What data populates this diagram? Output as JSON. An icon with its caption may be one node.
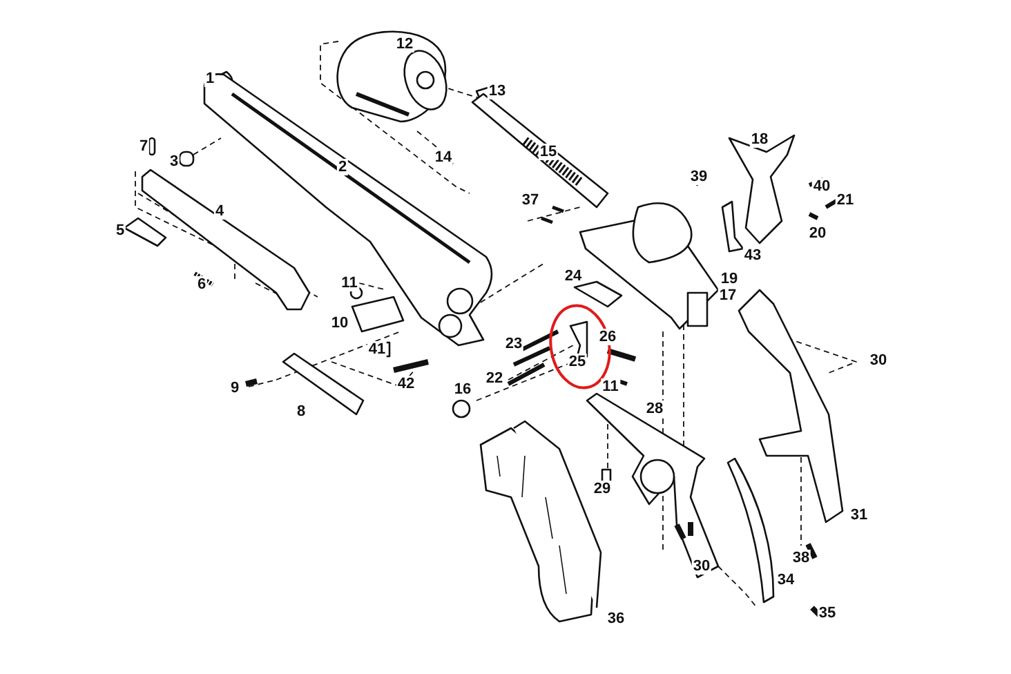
{
  "diagram": {
    "labels": [
      "12",
      "1",
      "13",
      "7",
      "2",
      "15",
      "18",
      "3",
      "14",
      "39",
      "40",
      "37",
      "21",
      "4",
      "20",
      "5",
      "43",
      "19",
      "6",
      "11",
      "24",
      "17",
      "10",
      "23",
      "41",
      "26",
      "30",
      "25",
      "9",
      "42",
      "22",
      "11",
      "8",
      "16",
      "28",
      "29",
      "31",
      "30",
      "38",
      "34",
      "35",
      "36"
    ]
  }
}
